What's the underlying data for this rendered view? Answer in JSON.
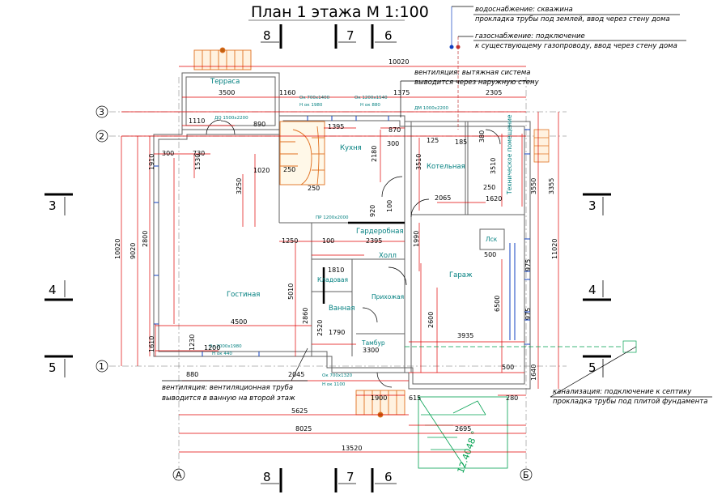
{
  "title": "План 1 этажа М 1:100",
  "notes": {
    "water_1": "водоснабжение: скважина",
    "water_2": "прокладка трубы под землей, ввод через стену дома",
    "gas_1": "газоснабжение: подключение",
    "gas_2": "к существующему газопроводу, ввод через стену дома",
    "vent_1": "вентиляция: вытяжная система",
    "vent_2": "выводится через наружную стену",
    "ventpipe_1": "вентиляция: вентиляционная труба",
    "ventpipe_2": "выводится в ванную на второй этаж",
    "sewer_1": "канализация: подключение к септику",
    "sewer_2": "прокладка трубы под плитой фундамента"
  },
  "rooms": {
    "terrace": "Терраса",
    "kitchen": "Кухня",
    "boiler": "Котельная",
    "tech": "Техническое помещение",
    "wardrobe": "Гардеробная",
    "hall": "Холл",
    "living": "Гостиная",
    "pantry": "Кладовая",
    "bath": "Ванная",
    "entry": "Прихожая",
    "garage": "Гараж",
    "tambour": "Тамбур",
    "ladder": "Лск"
  },
  "section_marks": {
    "s3": "3",
    "s4": "4",
    "s5": "5",
    "s6": "6",
    "s7": "7",
    "s8": "8"
  },
  "axes": {
    "a1": "1",
    "a2": "2",
    "a3": "3",
    "aA": "А",
    "aB": "Б"
  },
  "dims": {
    "d10020_top": "10020",
    "d3500": "3500",
    "d1160": "1160",
    "d1375": "1375",
    "d2305": "2305",
    "d1110": "1110",
    "d890": "890",
    "d1395": "1395",
    "d870": "870",
    "d300a": "300",
    "d730": "730",
    "d1910": "1910",
    "d1530": "1530",
    "d1020": "1020",
    "d3250": "3250",
    "d2180": "2180",
    "d3510a": "3510",
    "d3510b": "3510",
    "d2065": "2065",
    "d1620": "1620",
    "d250a": "250",
    "d250b": "250",
    "d250c": "250",
    "d125": "125",
    "d185": "185",
    "d380": "380",
    "d3355": "3355",
    "d920": "920",
    "d100a": "100",
    "d2800": "2800",
    "d1250": "1250",
    "d100b": "100",
    "d2395": "2395",
    "d5010": "5010",
    "d1990": "1990",
    "d2860": "2860",
    "d6500": "6500",
    "d500a": "500",
    "d500b": "500",
    "d4500": "4500",
    "d1610": "1610",
    "d1230": "1230",
    "d1200": "1200",
    "d2520": "2520",
    "d1790": "1790",
    "d2600": "2600",
    "d3935": "3935",
    "d880": "880",
    "d2045": "2045",
    "d1900": "1900",
    "d615": "615",
    "d280": "280",
    "d5625": "5625",
    "d8025": "8025",
    "d2695": "2695",
    "d13520": "13520",
    "d10020_left": "10020",
    "d9020": "9020",
    "d11020": "11020",
    "d1640": "1640",
    "d3550": "3550",
    "d975a": "975",
    "d975b": "975",
    "d1810": "1810",
    "d3300": "3300",
    "d300b": "300"
  },
  "openings": {
    "ok_700x1400": "Ок 700х1400",
    "ok_h1980": "Н ок 1980",
    "ok_1200x1540": "Ок 1200х1540",
    "ok_h880": "Н ок 880",
    "dm_1000x2200": "ДМ 1000х2200",
    "do_1500x2200": "ДО 1500х2200",
    "ok_2000x1980": "Ок 2000х1980",
    "ok_h440": "Н ок 440",
    "ok_700x1320": "Ок 700х1320",
    "ok_h1100": "Н ок 1100",
    "pr_1200x2000": "ПР 1200х2000",
    "ramp": "12.4048 °"
  },
  "colors": {
    "dim_red": "#e00000",
    "wall_gray": "#808080",
    "text_cyan": "#007f7f",
    "stair_orange": "#e07020",
    "steel_blue": "#1040c0",
    "green": "#00a050",
    "purple": "#9060c0"
  }
}
